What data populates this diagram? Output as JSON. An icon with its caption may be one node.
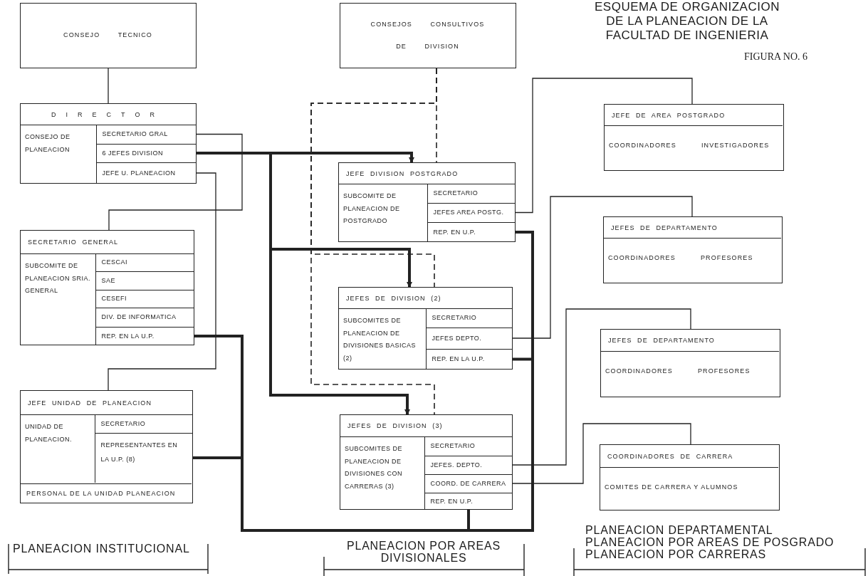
{
  "diagram": {
    "title": "ESQUEMA DE ORGANIZACION DE LA PLANEACION DE LA FACULTAD DE INGENIERIA",
    "nodes": [
      {
        "text": [
          "CONSEJO TECNICO"
        ]
      },
      {
        "text": [
          "CONSEJOS CONSULTIVOS DE DIVISION"
        ]
      },
      {
        "text": [
          "DIRECTOR",
          "CONSEJO DE PLANEACION"
        ]
      },
      {
        "text": [
          "SECRETARIO GRAL"
        ],
        "in": 2
      },
      {
        "text": [
          "6 JEFES DIVISION"
        ],
        "in": 2
      },
      {
        "text": [
          "JEFE U. PLANEACION"
        ],
        "in": 2
      },
      {
        "text": [
          "SECRETARIO GENERAL",
          "SUBCOMITE DE PLANEACION SRIA. GENERAL"
        ]
      },
      {
        "text": [
          "CESCAI"
        ],
        "in": 6
      },
      {
        "text": [
          "SAE"
        ],
        "in": 6
      },
      {
        "text": [
          "CESEFI"
        ],
        "in": 6
      },
      {
        "text": [
          "DIV. DE INFORMATICA"
        ],
        "in": 6
      },
      {
        "text": [
          "REP. EN LA U.P."
        ],
        "in": 6
      },
      {
        "text": [
          "JEFE UNIDAD DE PLANEACION",
          "UNIDAD DE PLANEACION.",
          "PERSONAL DE LA UNIDAD PLANEACION"
        ]
      },
      {
        "text": [
          "SECRETARIO"
        ],
        "in": 12
      },
      {
        "text": [
          "REPRESENTANTES EN LA U.P. (8)"
        ],
        "in": 12
      },
      {
        "text": [
          "JEFE DIVISION POSTGRADO",
          "SUBCOMITE DE PLANEACION DE POSTGRADO"
        ]
      },
      {
        "text": [
          "SECRETARIO"
        ],
        "in": 15
      },
      {
        "text": [
          "JEFES AREA POSTG."
        ],
        "in": 15
      },
      {
        "text": [
          "REP. EN U.P."
        ],
        "in": 15
      },
      {
        "text": [
          "JEFES DE DIVISION (2)",
          "SUBCOMITES DE PLANEACION DE DIVISIONES BASICAS (2)"
        ]
      },
      {
        "text": [
          "SECRETARIO"
        ],
        "in": 19
      },
      {
        "text": [
          "JEFES DEPTO."
        ],
        "in": 19
      },
      {
        "text": [
          "REP. EN LA U.P."
        ],
        "in": 19
      },
      {
        "text": [
          "JEFES DE DIVISION (3)",
          "SUBCOMITES DE PLANEACION DE DIVISIONES CON CARRERAS (3)"
        ]
      },
      {
        "text": [
          "SECRETARIO"
        ],
        "in": 23
      },
      {
        "text": [
          "JEFES. DEPTO."
        ],
        "in": 23
      },
      {
        "text": [
          "COORD. DE CARRERA"
        ],
        "in": 23
      },
      {
        "text": [
          "REP. EN U.P."
        ],
        "in": 23
      },
      {
        "text": [
          "JEFE DE AREA POSTGRADO",
          "COORDINADORES",
          "INVESTIGADORES"
        ]
      },
      {
        "text": [
          "JEFES DE DEPARTAMENTO",
          "COORDINADORES",
          "PROFESORES"
        ]
      },
      {
        "text": [
          "JEFES DE DEPARTAMENTO",
          "COORDINADORES",
          "PROFESORES"
        ]
      },
      {
        "text": [
          "COORDINADORES DE CARRERA",
          "COMITES DE CARRERA Y ALUMNOS"
        ]
      }
    ],
    "edges": [
      {
        "from": 0,
        "to": 2,
        "arrow": "none"
      },
      {
        "from": 1,
        "to": 15,
        "arrow": "none",
        "style": "dashed"
      },
      {
        "from": 1,
        "to": 19,
        "arrow": "none",
        "style": "dashed"
      },
      {
        "from": 1,
        "to": 23,
        "arrow": "none",
        "style": "dashed"
      },
      {
        "from": 4,
        "to": 15,
        "arrow": "to",
        "style": "thick"
      },
      {
        "from": 4,
        "to": 19,
        "arrow": "to",
        "style": "thick"
      },
      {
        "from": 4,
        "to": 23,
        "arrow": "to",
        "style": "thick"
      },
      {
        "from": 11,
        "to": 14,
        "arrow": "none",
        "style": "thick"
      },
      {
        "from": 18,
        "to": 14,
        "arrow": "none",
        "style": "thick"
      },
      {
        "from": 22,
        "to": 14,
        "arrow": "none",
        "style": "thick"
      },
      {
        "from": 27,
        "to": 14,
        "arrow": "none",
        "style": "thick"
      },
      {
        "from": 3,
        "to": 6,
        "arrow": "none"
      },
      {
        "from": 5,
        "to": 12,
        "arrow": "none"
      },
      {
        "from": 17,
        "to": 28,
        "arrow": "none"
      },
      {
        "from": 21,
        "to": 29,
        "arrow": "none"
      },
      {
        "from": 25,
        "to": 30,
        "arrow": "none"
      },
      {
        "from": 26,
        "to": 31,
        "arrow": "none"
      }
    ],
    "labels": [
      "FIGURA NO. 6",
      "PLANEACION INSTITUCIONAL",
      "PLANEACION POR AREAS DIVISIONALES",
      "PLANEACION DEPARTAMENTAL",
      "PLANEACION POR AREAS DE POSGRADO",
      "PLANEACION POR CARRERAS"
    ]
  }
}
